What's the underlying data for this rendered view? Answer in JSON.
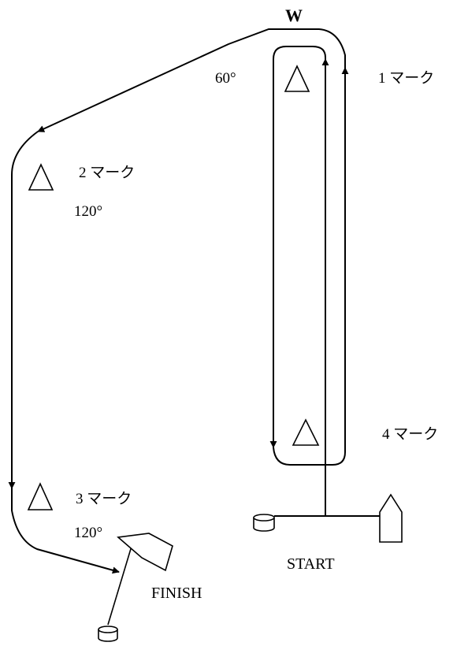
{
  "wind_label": "W",
  "angles": {
    "windward_turn": "60°",
    "mark2_turn": "120°",
    "mark3_turn": "120°"
  },
  "marks": {
    "mark1": "1 マーク",
    "mark2": "2 マーク",
    "mark3": "3 マーク",
    "mark4": "4 マーク"
  },
  "start_label": "START",
  "finish_label": "FINISH",
  "colors": {
    "line": "#000000",
    "background": "#ffffff"
  }
}
